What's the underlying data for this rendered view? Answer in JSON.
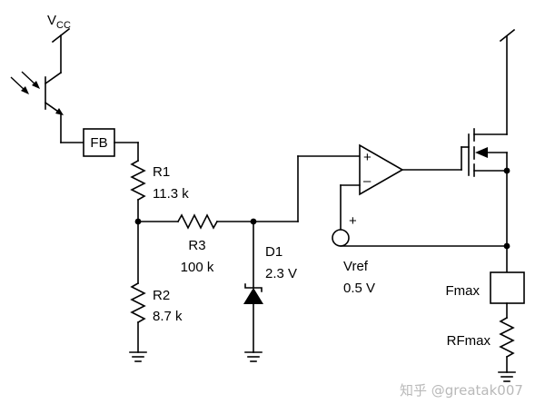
{
  "vcc": {
    "main": "V",
    "sub": "CC"
  },
  "fb_label": "FB",
  "r1": {
    "name": "R1",
    "value": "11.3 k"
  },
  "r2": {
    "name": "R2",
    "value": "8.7 k"
  },
  "r3": {
    "name": "R3",
    "value": "100 k"
  },
  "d1": {
    "name": "D1",
    "value": "2.3 V"
  },
  "opamp": {
    "plus": "+",
    "minus": "–"
  },
  "vref": {
    "polarity": "+",
    "name": "Vref",
    "value": "0.5 V"
  },
  "fmax_label": "Fmax",
  "rfmax_label": "RFmax",
  "watermark": "知乎 @greatak007"
}
